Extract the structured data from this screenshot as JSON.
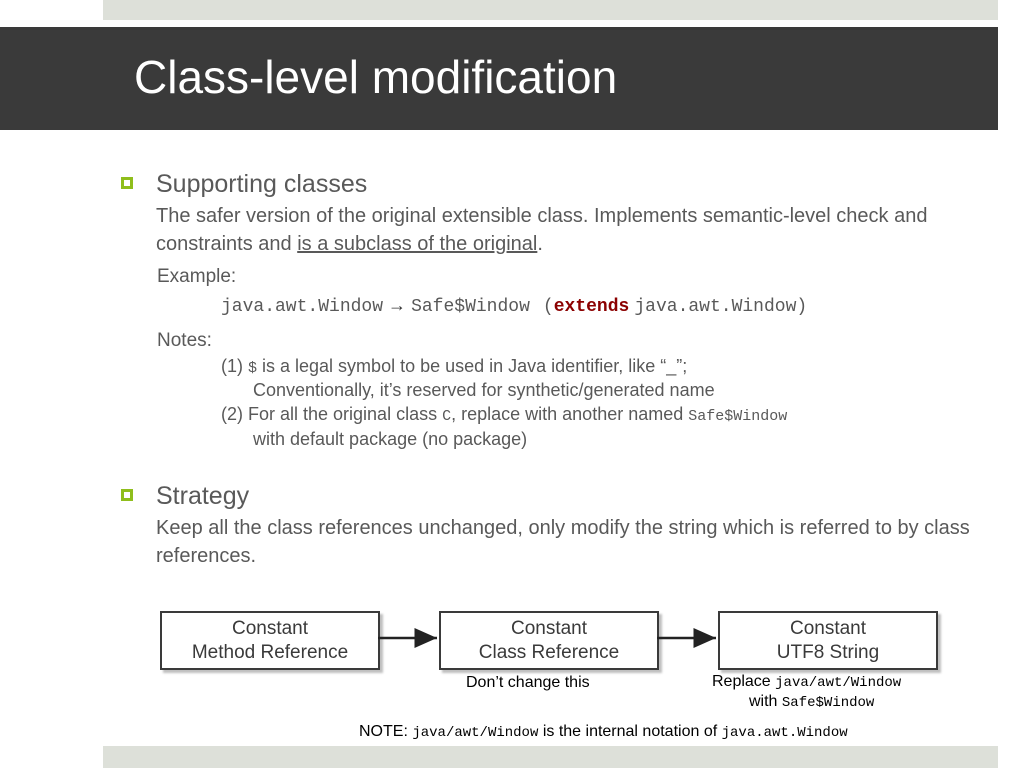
{
  "slide": {
    "title": "Class-level modification"
  },
  "supporting": {
    "heading": "Supporting classes",
    "desc_part1": "The safer version of the original extensible class. Implements semantic-level check and constraints and ",
    "desc_link": "is a subclass of the original",
    "desc_end": ".",
    "example_label": "Example:",
    "code_left": "java.awt.Window",
    "arrow": "→",
    "code_right": "Safe$Window",
    "paren_open": "(",
    "kw_extends": "extends",
    "code_tail": "java.awt.Window)",
    "notes_label": "Notes:",
    "note1_a": "(1) ",
    "note1_code": "$",
    "note1_b": " is a legal symbol to be used in Java identifier, like “_”;",
    "note1_line2": "Conventionally, it’s reserved for synthetic/generated name",
    "note2_a": "(2) For all the original class ",
    "note2_code": "C",
    "note2_b": ", replace with another named ",
    "note2_code2": "Safe$Window",
    "note2_line2": "with default package (no package)"
  },
  "strategy": {
    "heading": "Strategy",
    "desc": "Keep all the class references unchanged, only modify the string which is referred to by class references."
  },
  "diagram": {
    "box1_l1": "Constant",
    "box1_l2": "Method Reference",
    "box2_l1": "Constant",
    "box2_l2": "Class Reference",
    "box3_l1": "Constant",
    "box3_l2": "UTF8 String",
    "cap2": "Don’t change this",
    "cap3_a": "Replace ",
    "cap3_code1": "java/awt/Window",
    "cap3_b": "with ",
    "cap3_code2": "Safe$Window",
    "note_a": "NOTE: ",
    "note_code1": "java/awt/Window",
    "note_b": " is the internal notation of ",
    "note_code2": "java.awt.Window"
  },
  "colors": {
    "title_bar": "#3a3a3a",
    "bullet": "#8fbe1c",
    "keyword": "#8b0000",
    "band": "#dde0d9"
  }
}
